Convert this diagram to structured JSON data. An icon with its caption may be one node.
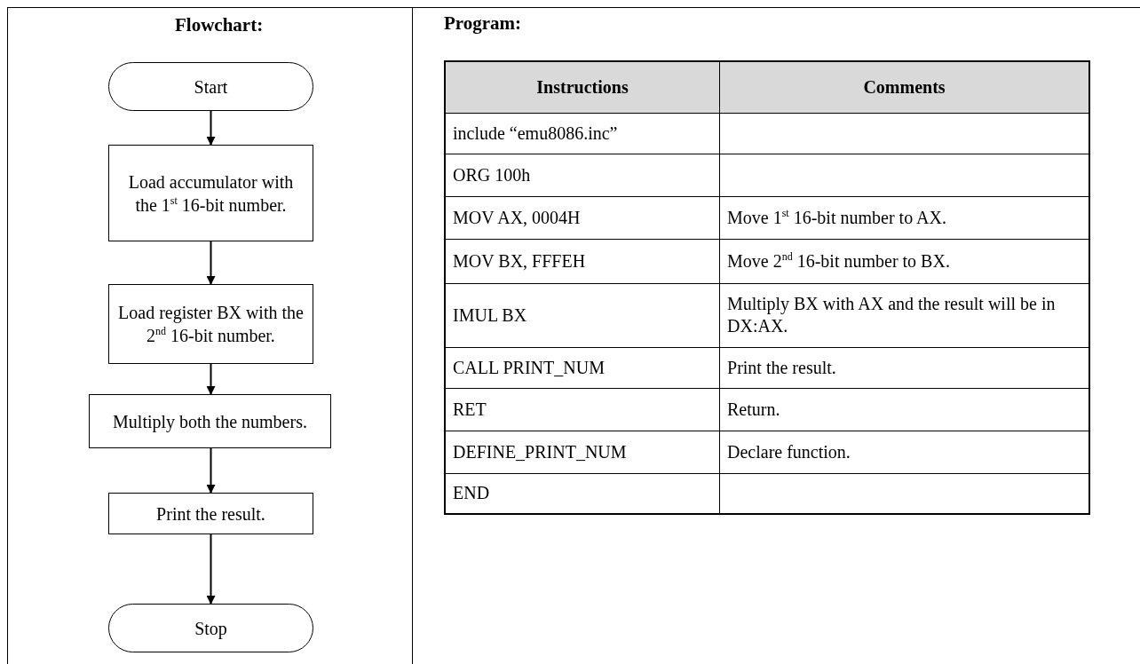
{
  "diagram": {
    "nodes": [
      {
        "text": [
          "Start"
        ]
      },
      {
        "text": [
          "Load accumulator with the 1$^{st}$ 16-bit number."
        ]
      },
      {
        "text": [
          "Load register BX with the 2$^{nd}$ 16-bit number."
        ]
      },
      {
        "text": [
          "Multiply both the numbers."
        ]
      },
      {
        "text": [
          "Print the result."
        ]
      },
      {
        "text": [
          "Stop"
        ]
      }
    ],
    "edges": [
      {
        "from": 0,
        "to": 1,
        "arrow": "to"
      },
      {
        "from": 1,
        "to": 2,
        "arrow": "to"
      },
      {
        "from": 2,
        "to": 3,
        "arrow": "to"
      },
      {
        "from": 3,
        "to": 4,
        "arrow": "to"
      },
      {
        "from": 4,
        "to": 5,
        "arrow": "to"
      }
    ],
    "labels": [
      "Flowchart:",
      "Program:",
      "Instructions",
      "Comments",
      "include “emu8086.inc”",
      "ORG 100h",
      "MOV AX, 0004H",
      "Move 1$^{st}$ 16-bit number to AX.",
      "MOV BX, FFFEH",
      "Move 2$^{nd}$ 16-bit number to BX.",
      "IMUL BX",
      "Multiply BX with AX and the result will be in DX:AX.",
      "CALL PRINT_NUM",
      "Print the result.",
      "RET",
      "Return.",
      "DEFINE_PRINT_NUM",
      "Declare function.",
      "END"
    ]
  }
}
